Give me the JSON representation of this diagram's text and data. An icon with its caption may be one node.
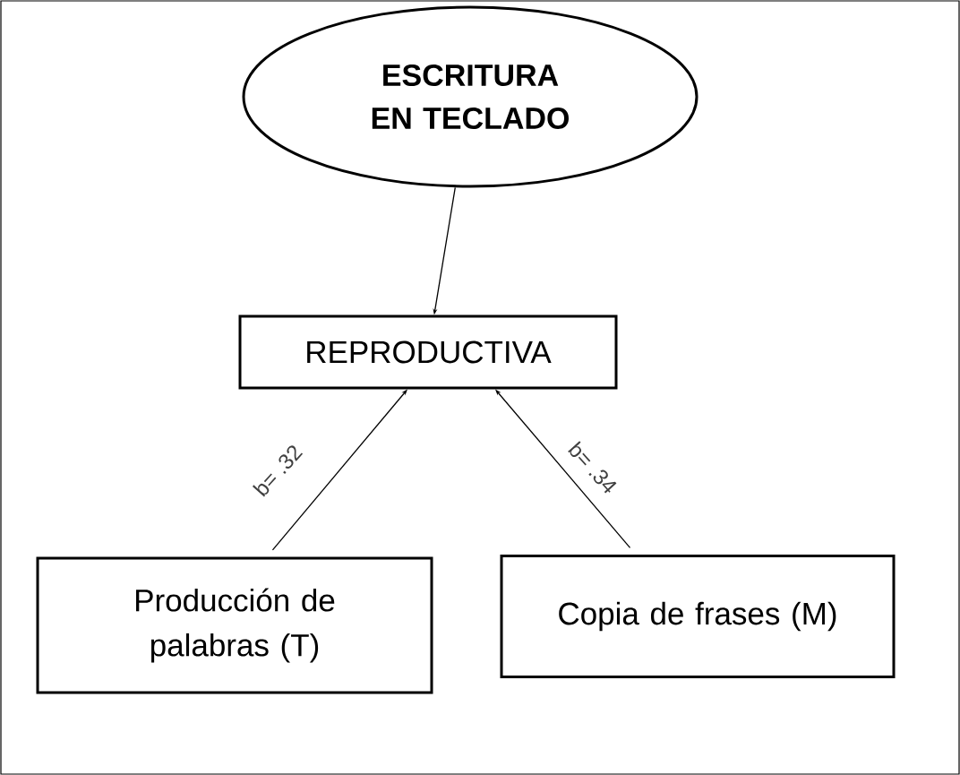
{
  "diagram": {
    "nodes": [
      {
        "text": [
          "ESCRITURA EN TECLADO"
        ]
      },
      {
        "text": [
          "REPRODUCTIVA"
        ]
      },
      {
        "text": [
          "Producción de palabras (T)"
        ]
      },
      {
        "text": [
          "Copia de frases (M)"
        ]
      }
    ],
    "edges": [
      {
        "from": 0,
        "to": 1,
        "arrow": "to"
      },
      {
        "from": 2,
        "to": 1,
        "arrow": "to",
        "label": "b= .32"
      },
      {
        "from": 3,
        "to": 1,
        "arrow": "to",
        "label": "b= .34"
      }
    ]
  }
}
